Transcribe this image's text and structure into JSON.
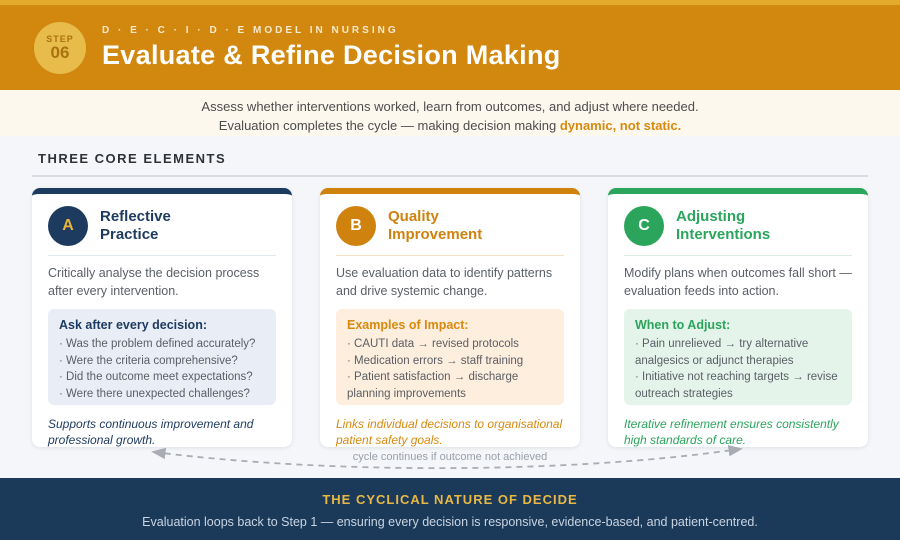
{
  "header": {
    "step_label": "STEP",
    "step_number": "06",
    "kicker": "D · E · C · I · D · E MODEL IN NURSING",
    "title": "Evaluate & Refine Decision Making"
  },
  "intro": {
    "line1": "Assess whether interventions worked, learn from outcomes, and adjust where needed.",
    "line2_prefix": "Evaluation completes the cycle — making decision making ",
    "line2_highlight": "dynamic, not static."
  },
  "section": {
    "title": "THREE CORE ELEMENTS"
  },
  "cards": [
    {
      "letter": "A",
      "title": "Reflective\nPractice",
      "description": "Critically analyse the decision process after every intervention.",
      "box_title": "Ask after every decision:",
      "box_items": [
        "· Was the problem defined accurately?",
        "· Were the criteria comprehensive?",
        "· Did the outcome meet expectations?",
        "· Were there unexpected challenges?"
      ],
      "footnote": "Supports continuous improvement and professional growth.",
      "accent": "#1d3a5f"
    },
    {
      "letter": "B",
      "title": "Quality\nImprovement",
      "description": "Use evaluation data to identify patterns and drive systemic change.",
      "box_title": "Examples of Impact:",
      "box_items": [
        "· CAUTI data → revised protocols",
        "· Medication errors → staff training",
        "· Patient satisfaction → discharge planning improvements"
      ],
      "footnote": "Links individual decisions to organisational patient safety goals.",
      "accent": "#cf820e"
    },
    {
      "letter": "C",
      "title": "Adjusting\nInterventions",
      "description": "Modify plans when outcomes fall short — evaluation feeds into action.",
      "box_title": "When to Adjust:",
      "box_items": [
        "· Pain unrelieved → try alternative analgesics or adjunct therapies",
        "· Initiative not reaching targets → revise outreach strategies"
      ],
      "footnote": "Iterative refinement ensures consistently high standards of care.",
      "accent": "#2ba55c"
    }
  ],
  "cycle_note": "cycle continues if outcome not achieved",
  "footer": {
    "title": "THE CYCLICAL NATURE OF DECIDE",
    "text": "Evaluation loops back to Step 1 — ensuring every decision is responsive, evidence-based, and patient-centred."
  },
  "colors": {
    "top_strip_gold": "#e2ab2b",
    "header_orange": "#d2880f",
    "step_circle_gold": "#e8bc4a",
    "cream_strip": "#fdf8ee",
    "page_background": "#f4f6f9",
    "navy_accent": "#1d3a5f",
    "orange_accent": "#cf820e",
    "green_accent": "#2ba55c",
    "highlight_orange": "#d8890e",
    "footer_navy": "#1b3a5a",
    "footer_gold": "#e9b844"
  }
}
